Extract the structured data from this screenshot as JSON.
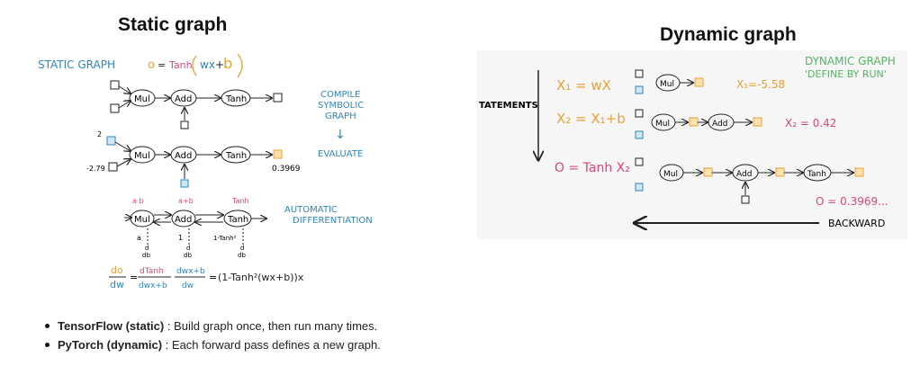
{
  "static": {
    "title": "Static graph",
    "label": "STATIC GRAPH",
    "equation": {
      "o": "o",
      "eq": "=",
      "tanh": "Tanh",
      "wx": "wx",
      "plus": "+",
      "b": "b"
    },
    "nodes": {
      "mul": "Mul",
      "add": "Add",
      "tanh": "Tanh"
    },
    "compile_steps": {
      "line1": "COMPILE",
      "line2": "SYMBOLIC",
      "line3": "GRAPH",
      "arrow": "↓",
      "evaluate": "EVALUATE"
    },
    "inputs": {
      "w_value": "2",
      "x_value": "-2.79",
      "output_value": "0.3969"
    },
    "autodiff": {
      "line1": "AUTOMATIC",
      "line2": "DIFFERENTIATION",
      "ab_label": "a·b",
      "aplusb_label": "a+b",
      "tanh_label": "Tanh",
      "grad_a": "a",
      "grad_one": "1",
      "grad_tanh": "1-Tanh²",
      "d_label": "d",
      "db_label": "db"
    },
    "chain_rule": {
      "do": "do",
      "dw": "dw",
      "eq1": "=",
      "dtanh": "dTanh",
      "dwxb": "dwx+b",
      "dwxb_top": "dwx+b",
      "dw2": "dw",
      "eq2": "=",
      "result": "(1-Tanh²(wx+b))x"
    }
  },
  "dynamic": {
    "title": "Dynamic graph",
    "label_line1": "DYNAMIC GRAPH",
    "label_line2": "'DEFINE BY RUN'",
    "statements_label": "TATEMENTS",
    "statements": {
      "s1": "X₁ = wX",
      "s2": "X₂ = X₁+b",
      "s3": "O = Tanh X₂"
    },
    "values": {
      "x1": "X₁=-5.58",
      "x2": "X₂ = 0.42",
      "o": "O = 0.3969..."
    },
    "nodes": {
      "mul": "Mul",
      "add": "Add",
      "tanh": "Tanh"
    },
    "backward": "BACKWARD"
  },
  "bullets": [
    {
      "term": "TensorFlow (static)",
      "desc": " : Build graph once, then run many times."
    },
    {
      "term": "PyTorch (dynamic)",
      "desc": " : Each forward pass defines a new graph."
    }
  ],
  "colors": {
    "blue": "#2f86c2",
    "orange": "#e8a13a",
    "pink": "#e0457b",
    "green": "#58b368",
    "ink": "#222222",
    "gray": "#f6f6f6"
  }
}
